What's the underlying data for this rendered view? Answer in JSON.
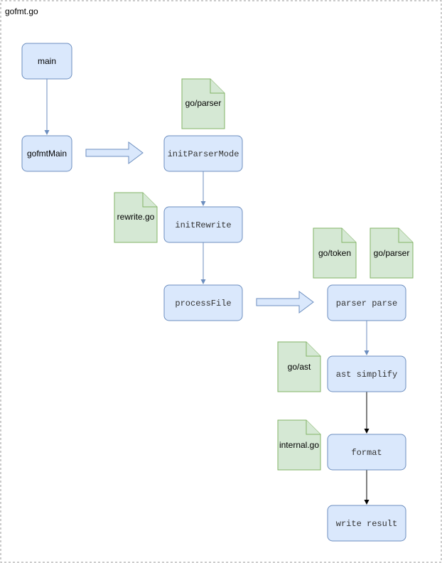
{
  "container": {
    "title": "gofmt.go"
  },
  "nodes": [
    {
      "id": "main",
      "label": "main",
      "font": "sans"
    },
    {
      "id": "gofmtMain",
      "label": "gofmtMain",
      "font": "sans"
    },
    {
      "id": "initParserMode",
      "label": "initParserMode",
      "font": "mono"
    },
    {
      "id": "initRewrite",
      "label": "initRewrite",
      "font": "mono"
    },
    {
      "id": "processFile",
      "label": "processFile",
      "font": "mono"
    },
    {
      "id": "parserParse",
      "label": "parser parse",
      "font": "mono"
    },
    {
      "id": "astSimplify",
      "label": "ast simplify",
      "font": "mono"
    },
    {
      "id": "format",
      "label": "format",
      "font": "mono"
    },
    {
      "id": "writeResult",
      "label": "write result",
      "font": "mono"
    }
  ],
  "documents": [
    {
      "id": "doc-go-parser-1",
      "label": "go/parser"
    },
    {
      "id": "doc-rewrite-go",
      "label": "rewrite.go"
    },
    {
      "id": "doc-go-token",
      "label": "go/token"
    },
    {
      "id": "doc-go-parser-2",
      "label": "go/parser"
    },
    {
      "id": "doc-go-ast",
      "label": "go/ast"
    },
    {
      "id": "doc-internal-go",
      "label": "internal.go"
    }
  ],
  "edges": [
    {
      "from": "main",
      "to": "gofmtMain",
      "color": "#6c8ebf"
    },
    {
      "from": "initParserMode",
      "to": "initRewrite",
      "color": "#6c8ebf"
    },
    {
      "from": "initRewrite",
      "to": "processFile",
      "color": "#6c8ebf"
    },
    {
      "from": "parserParse",
      "to": "astSimplify",
      "color": "#6c8ebf"
    },
    {
      "from": "astSimplify",
      "to": "format",
      "color": "#000000"
    },
    {
      "from": "format",
      "to": "writeResult",
      "color": "#000000"
    }
  ],
  "block_arrows": [
    {
      "from": "gofmtMain",
      "to": "initParserMode"
    },
    {
      "from": "processFile",
      "to": "parserParse"
    }
  ],
  "colors": {
    "node_fill": "#dae8fc",
    "node_stroke": "#6c8ebf",
    "doc_fill": "#d5e8d4",
    "doc_stroke": "#82b366",
    "frame_stroke": "#999999"
  }
}
